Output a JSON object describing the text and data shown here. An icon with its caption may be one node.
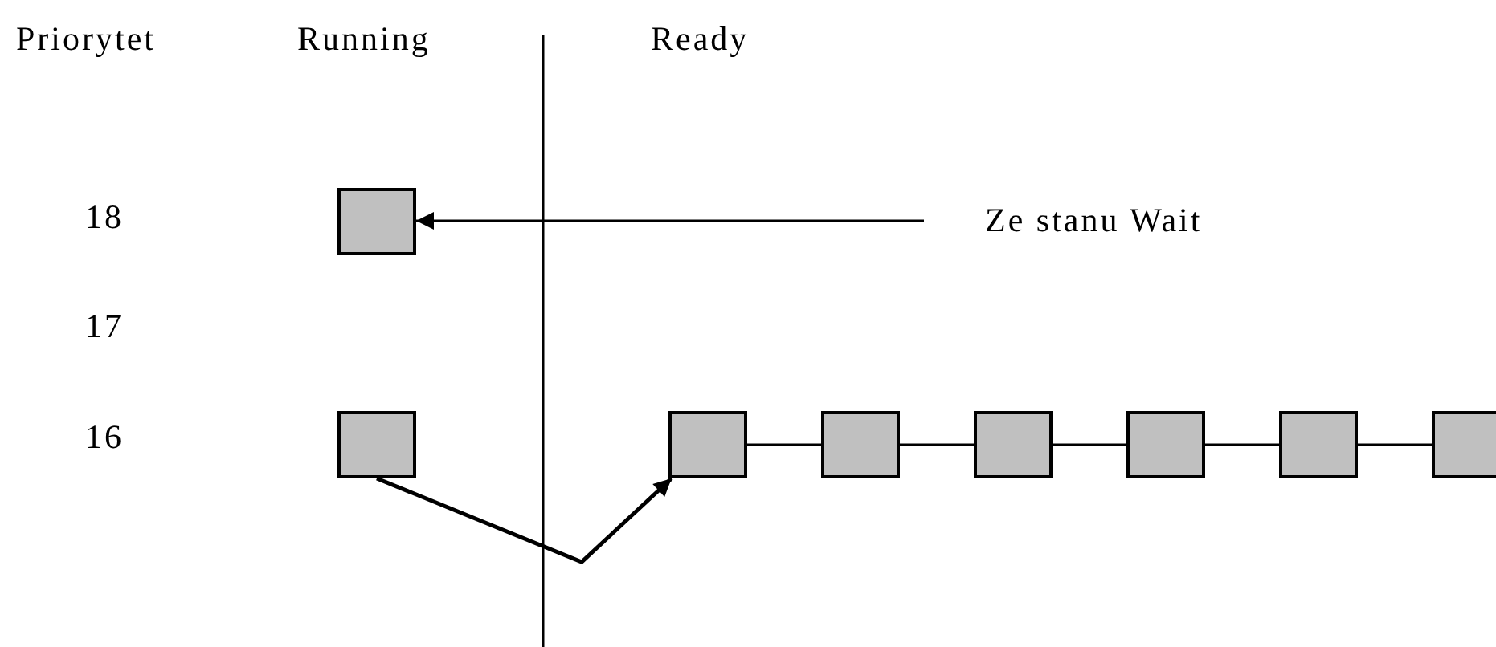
{
  "diagram": {
    "nodes": [
      {
        "text": [],
        "shape": "box"
      },
      {
        "text": [
          "Ze stanu Wait"
        ]
      },
      {
        "text": [],
        "shape": "box"
      },
      {
        "text": [],
        "shape": "box"
      },
      {
        "text": [],
        "shape": "box"
      },
      {
        "text": [],
        "shape": "box"
      },
      {
        "text": [],
        "shape": "box"
      },
      {
        "text": [],
        "shape": "box"
      },
      {
        "text": [],
        "shape": "box"
      }
    ],
    "edges": [
      {
        "from": 1,
        "to": 0,
        "arrow": "to"
      },
      {
        "from": 2,
        "to": 3,
        "arrow": "to"
      },
      {
        "from": 3,
        "to": 4,
        "arrow": "none"
      },
      {
        "from": 4,
        "to": 5,
        "arrow": "none"
      },
      {
        "from": 5,
        "to": 6,
        "arrow": "none"
      },
      {
        "from": 6,
        "to": 7,
        "arrow": "none"
      },
      {
        "from": 7,
        "to": 8,
        "arrow": "none"
      }
    ],
    "labels": [
      "Priorytet",
      "Running",
      "Ready",
      "18",
      "17",
      "16"
    ]
  }
}
